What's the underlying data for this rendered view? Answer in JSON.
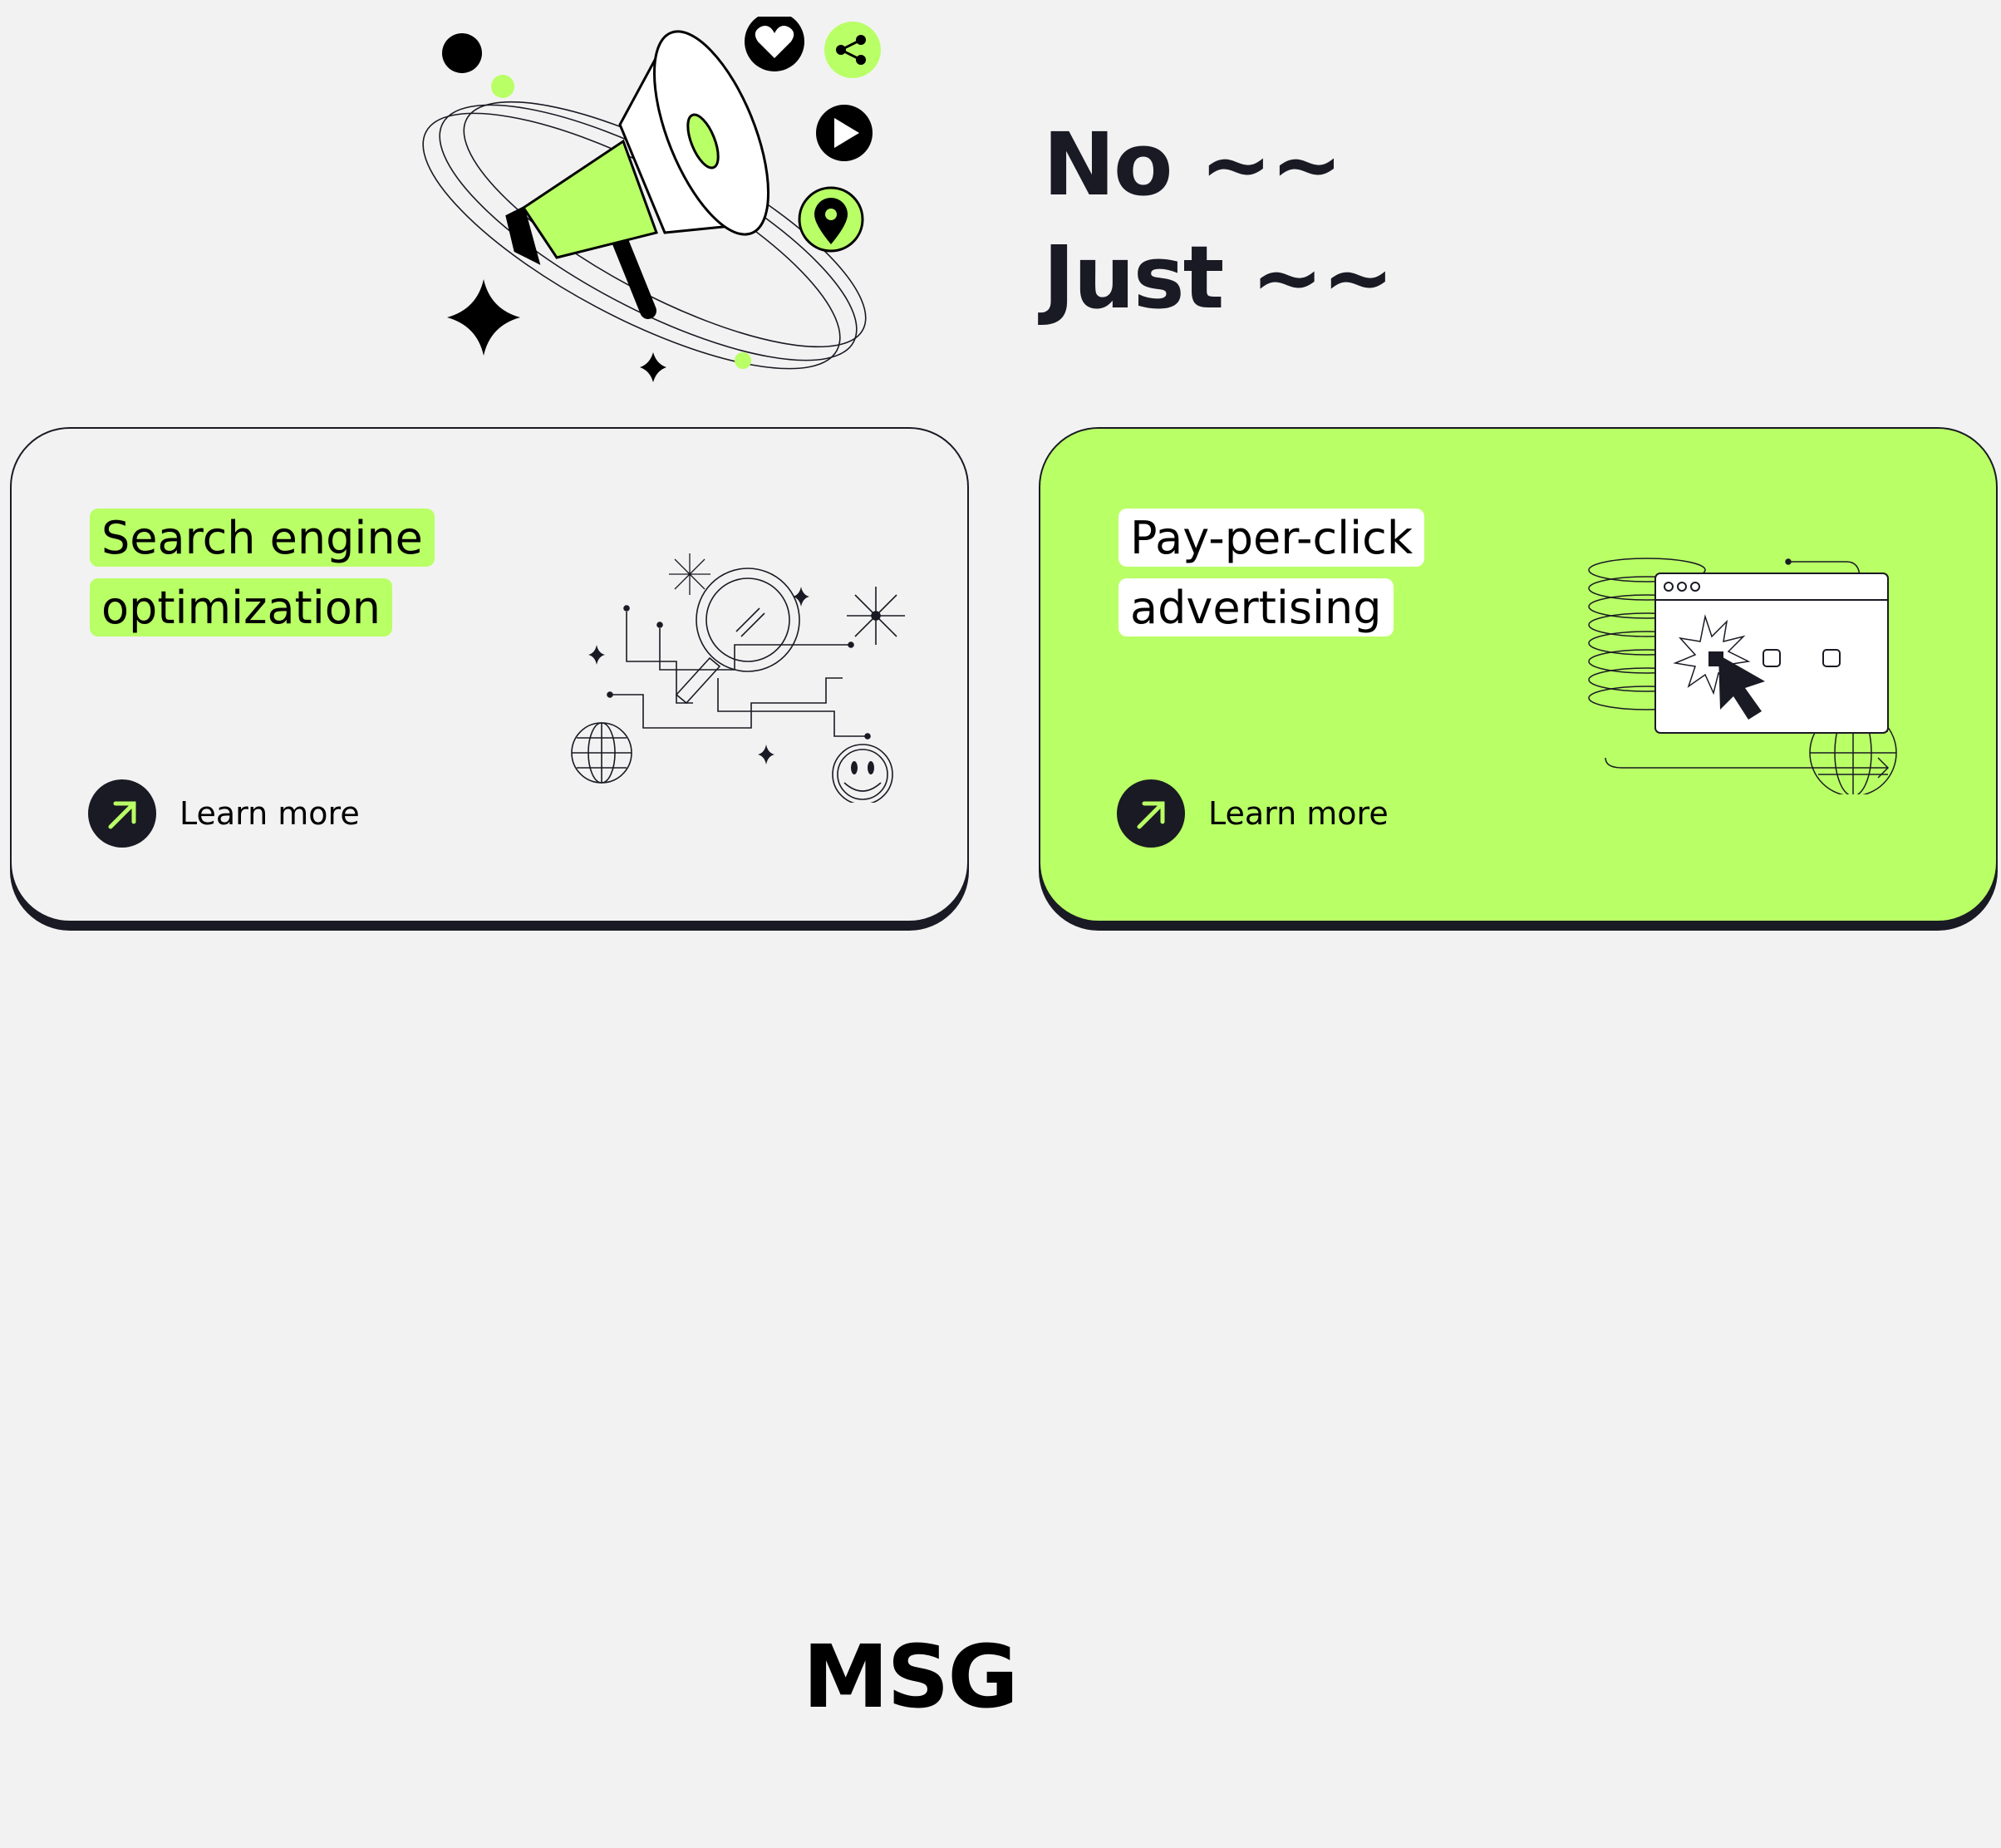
{
  "headline": {
    "line1": "No ~~",
    "line2": "Just ~~"
  },
  "cards": [
    {
      "title_lines": [
        "Search engine",
        "optimization"
      ],
      "learn_more": "Learn more",
      "background": "#f2f2f2",
      "title_highlight": "#b9ff66"
    },
    {
      "title_lines": [
        "Pay-per-click",
        "advertising"
      ],
      "learn_more": "Learn more",
      "background": "#b9ff66",
      "title_highlight": "#ffffff"
    }
  ],
  "icons": {
    "hero": "megaphone-icon",
    "hero_badges": [
      "heart-icon",
      "share-icon",
      "play-icon",
      "location-pin-icon",
      "sparkle-icon"
    ],
    "seo": "magnifier-illustration",
    "ppc": "browser-click-illustration",
    "arrow": "arrow-up-right-icon"
  },
  "logo": {
    "text": "MSG"
  },
  "colors": {
    "accent": "#b9ff66",
    "dark": "#191a23",
    "background": "#f2f2f2"
  }
}
